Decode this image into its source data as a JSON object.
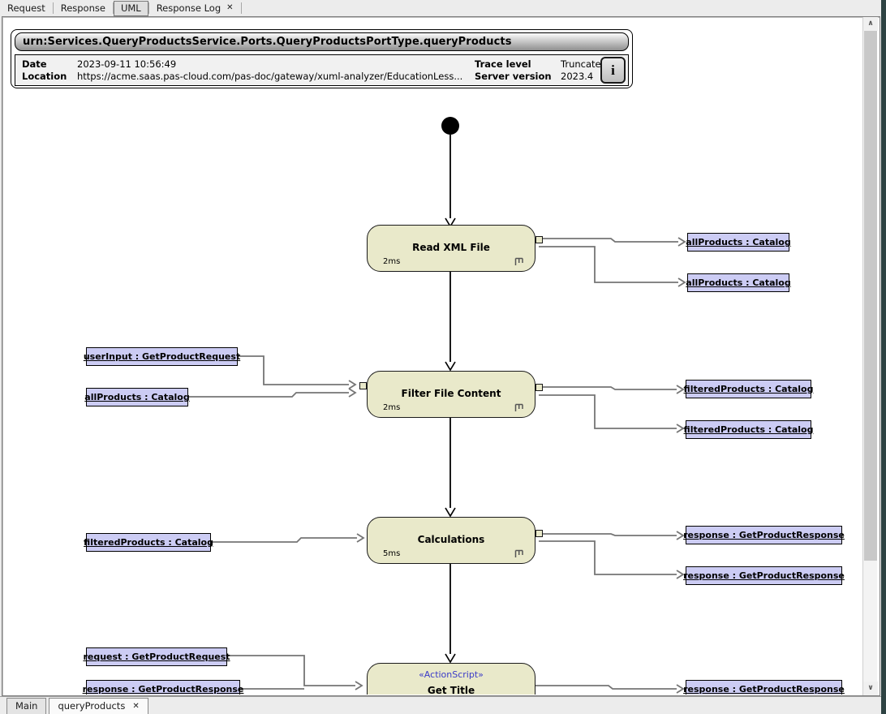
{
  "top_tabs": {
    "tabs": [
      {
        "label": "Request"
      },
      {
        "label": "Response"
      },
      {
        "label": "UML"
      },
      {
        "label": "Response Log"
      }
    ],
    "close_glyph": "✕"
  },
  "header": {
    "urn": "urn:Services.QueryProductsService.Ports.QueryProductsPortType.queryProducts",
    "date_label": "Date",
    "date_value": "2023-09-11 10:56:49",
    "location_label": "Location",
    "location_value": "https://acme.saas.pas-cloud.com/pas-doc/gateway/xuml-analyzer/EducationLess...",
    "trace_label": "Trace level",
    "trace_value": "Truncated",
    "server_label": "Server version",
    "server_value": "2023.4",
    "info_button": "i"
  },
  "diagram": {
    "activities": [
      {
        "name": "Read XML File",
        "duration": "2ms"
      },
      {
        "name": "Filter File Content",
        "duration": "2ms"
      },
      {
        "name": "Calculations",
        "duration": "5ms"
      },
      {
        "name": "Get Title",
        "stereotype": "«ActionScript»"
      }
    ],
    "objects_left": [
      "userInput : GetProductRequest",
      "allProducts : Catalog",
      "filteredProducts : Catalog",
      "request : GetProductRequest",
      "response : GetProductResponse"
    ],
    "objects_right": [
      "allProducts : Catalog",
      "allProducts : Catalog",
      "filteredProducts : Catalog",
      "filteredProducts : Catalog",
      "response : GetProductResponse",
      "response : GetProductResponse",
      "response : GetProductResponse"
    ]
  },
  "scrollbar": {
    "up_glyph": "∧",
    "down_glyph": "∨"
  },
  "bottom_tabs": {
    "tabs": [
      {
        "label": "Main"
      },
      {
        "label": "queryProducts"
      }
    ],
    "close_glyph": "✕"
  },
  "colors": {
    "activity_fill": "#e9e9ca",
    "object_fill": "#ccccf4",
    "edge_gray": "#757575",
    "stereotype_blue": "#3a3ac8"
  }
}
